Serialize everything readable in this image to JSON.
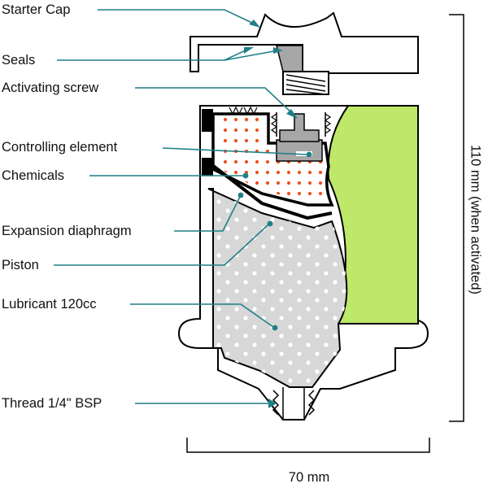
{
  "labels": {
    "starter_cap": "Starter Cap",
    "seals": "Seals",
    "activating_screw": "Activating screw",
    "controlling_element": "Controlling element",
    "chemicals": "Chemicals",
    "expansion_diaphragm": "Expansion diaphragm",
    "piston": "Piston",
    "lubricant": "Lubricant 120cc",
    "thread": "Thread 1/4\" BSP"
  },
  "dimensions": {
    "height": "110 mm (when activated)",
    "width": "70 mm"
  },
  "colors": {
    "outline": "#000000",
    "leader": "#1f7f86",
    "green": "#bde86a",
    "lubricant": "#d7d7d7",
    "chemical_dots": "#f0501e",
    "screw": "#a7a7a7"
  }
}
